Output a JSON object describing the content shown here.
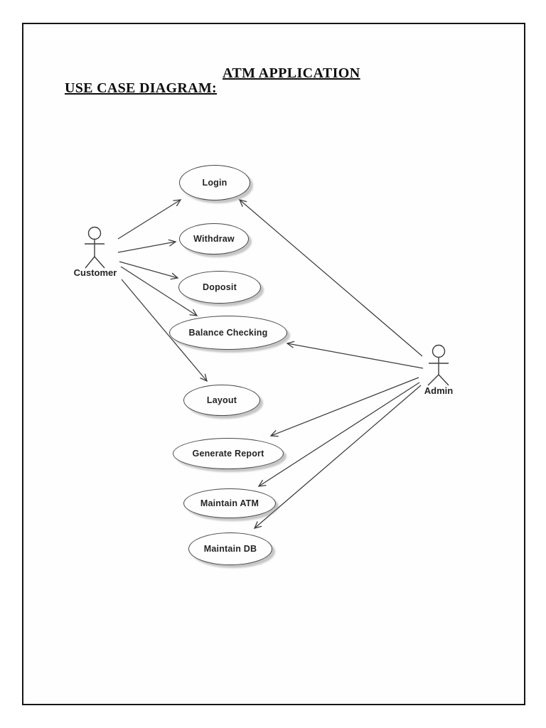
{
  "page": {
    "title": "ATM APPLICATION",
    "subtitle": "USE CASE DIAGRAM:"
  },
  "diagram": {
    "type": "uml-use-case-diagram",
    "actors": [
      {
        "id": "customer",
        "label": "Customer"
      },
      {
        "id": "admin",
        "label": "Admin"
      }
    ],
    "use_cases": [
      {
        "id": "login",
        "label": "Login"
      },
      {
        "id": "withdraw",
        "label": "Withdraw"
      },
      {
        "id": "doposit",
        "label": "Doposit"
      },
      {
        "id": "balance-checking",
        "label": "Balance Checking"
      },
      {
        "id": "layout",
        "label": "Layout"
      },
      {
        "id": "generate-report",
        "label": "Generate Report"
      },
      {
        "id": "maintain-atm",
        "label": "Maintain ATM"
      },
      {
        "id": "maintain-db",
        "label": "Maintain DB"
      }
    ],
    "associations": [
      {
        "from": "Customer",
        "to": "Login"
      },
      {
        "from": "Customer",
        "to": "Withdraw"
      },
      {
        "from": "Customer",
        "to": "Doposit"
      },
      {
        "from": "Customer",
        "to": "Balance Checking"
      },
      {
        "from": "Customer",
        "to": "Layout"
      },
      {
        "from": "Admin",
        "to": "Login"
      },
      {
        "from": "Admin",
        "to": "Balance Checking"
      },
      {
        "from": "Admin",
        "to": "Generate Report"
      },
      {
        "from": "Admin",
        "to": "Maintain ATM"
      },
      {
        "from": "Admin",
        "to": "Maintain DB"
      }
    ],
    "colors": {
      "line": "#3d3d3d",
      "oval_border": "#474747",
      "shadow": "#c2c2c2",
      "text": "#242424",
      "page_border": "#161616"
    }
  }
}
